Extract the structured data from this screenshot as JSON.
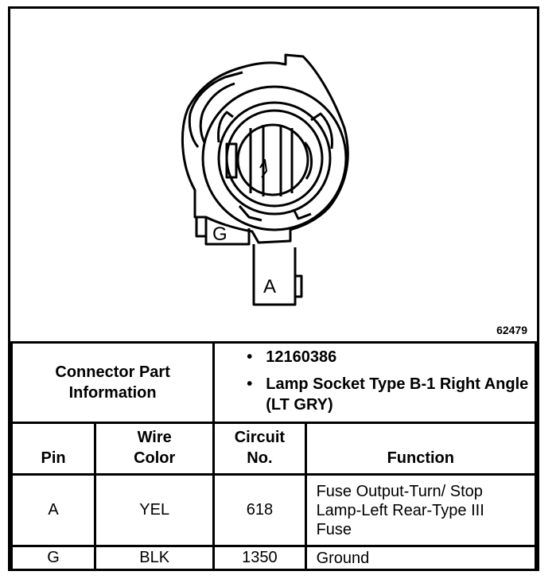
{
  "figure": {
    "id": "62479",
    "pin_labels": [
      "G",
      "A"
    ]
  },
  "connector_info": {
    "label": "Connector Part Information",
    "items": [
      "12160386",
      "Lamp Socket Type B-1 Right Angle (LT GRY)"
    ]
  },
  "headers": {
    "pin": "Pin",
    "wire_color": "Wire Color",
    "circuit_no": "Circuit No.",
    "function": "Function"
  },
  "rows": [
    {
      "pin": "A",
      "wire_color": "YEL",
      "circuit": "618",
      "function": "Fuse Output-Turn/ Stop Lamp-Left Rear-Type III Fuse"
    },
    {
      "pin": "G",
      "wire_color": "BLK",
      "circuit": "1350",
      "function": "Ground"
    }
  ]
}
